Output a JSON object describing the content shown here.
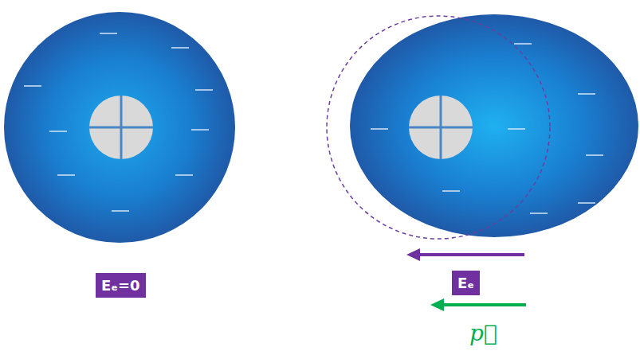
{
  "diagram": {
    "nodes": [
      {
        "text": [
          "Eₑ=0"
        ]
      },
      {
        "text": [
          "Eₑ"
        ]
      }
    ],
    "labels": [
      "p⃗"
    ]
  }
}
